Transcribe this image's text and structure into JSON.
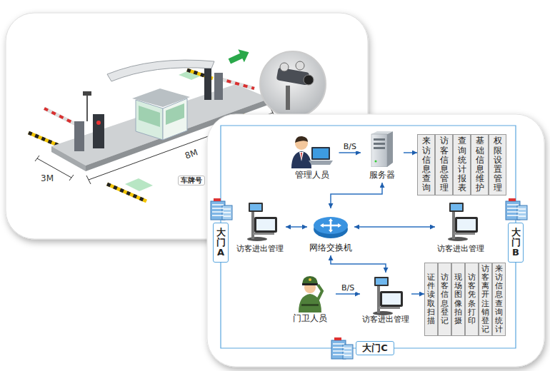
{
  "diagram": {
    "nodes": [
      {
        "text": [
          "管理人员"
        ]
      },
      {
        "text": [
          "服务器"
        ]
      },
      {
        "text": [
          "来访信息查询"
        ]
      },
      {
        "text": [
          "访客信息管理"
        ]
      },
      {
        "text": [
          "查询统计报表"
        ]
      },
      {
        "text": [
          "基础信息维护"
        ]
      },
      {
        "text": [
          "权限设置管理"
        ]
      },
      {
        "text": [
          "大门A"
        ]
      },
      {
        "text": [
          "访客进出管理"
        ]
      },
      {
        "text": [
          "网络交换机"
        ]
      },
      {
        "text": [
          "访客进出管理"
        ]
      },
      {
        "text": [
          "大门B"
        ]
      },
      {
        "text": [
          "门卫人员"
        ]
      },
      {
        "text": [
          "访客进出管理"
        ]
      },
      {
        "text": [
          "证件读取扫描"
        ]
      },
      {
        "text": [
          "访客信息登记"
        ]
      },
      {
        "text": [
          "现场图像拍摄"
        ]
      },
      {
        "text": [
          "访客凭条打印"
        ]
      },
      {
        "text": [
          "访客离开注销登记"
        ]
      },
      {
        "text": [
          "来访信息查询统计"
        ]
      },
      {
        "text": [
          "大门C"
        ]
      }
    ],
    "edges": [
      {
        "from": 0,
        "to": 1,
        "arrow": "to",
        "label": "B/S"
      },
      {
        "from": 1,
        "to": 2,
        "arrow": "to"
      },
      {
        "from": 9,
        "to": 1,
        "arrow": "both"
      },
      {
        "from": 8,
        "to": 9,
        "arrow": "both"
      },
      {
        "from": 9,
        "to": 10,
        "arrow": "both"
      },
      {
        "from": 9,
        "to": 13,
        "arrow": "both"
      },
      {
        "from": 12,
        "to": 13,
        "arrow": "to",
        "label": "B/S"
      },
      {
        "from": 13,
        "to": 14,
        "arrow": "to"
      },
      {
        "from": 7,
        "to": 20,
        "arrow": "none"
      },
      {
        "from": 20,
        "to": 11,
        "arrow": "none"
      },
      {
        "from": 7,
        "to": 11,
        "arrow": "none"
      }
    ],
    "labels": [
      "8M",
      "3M",
      "车牌号"
    ]
  }
}
